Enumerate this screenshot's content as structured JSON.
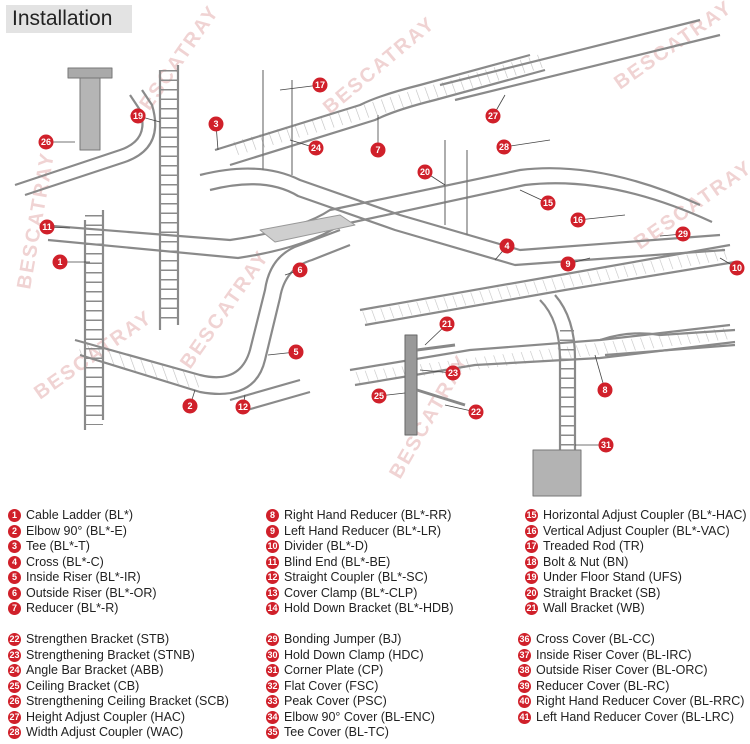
{
  "title": "Installation",
  "watermark": "BESCATRAY",
  "colors": {
    "accent": "#d0202a",
    "tray": "#8a8a8a",
    "tray_light": "#b8b8b8",
    "cover": "#c9c9c9"
  },
  "legend": {
    "col1": [
      {
        "n": "1",
        "label": "Cable Ladder (BL*)"
      },
      {
        "n": "2",
        "label": "Elbow 90° (BL*-E)"
      },
      {
        "n": "3",
        "label": "Tee (BL*-T)"
      },
      {
        "n": "4",
        "label": "Cross (BL*-C)"
      },
      {
        "n": "5",
        "label": "Inside Riser (BL*-IR)"
      },
      {
        "n": "6",
        "label": "Outside Riser (BL*-OR)"
      },
      {
        "n": "7",
        "label": "Reducer  (BL*-R)"
      }
    ],
    "col2": [
      {
        "n": "8",
        "label": "Right Hand Reducer (BL*-RR)"
      },
      {
        "n": "9",
        "label": "Left Hand Reducer (BL*-LR)"
      },
      {
        "n": "10",
        "label": "Divider (BL*-D)"
      },
      {
        "n": "11",
        "label": "Blind End (BL*-BE)"
      },
      {
        "n": "12",
        "label": "Straight Coupler (BL*-SC)"
      },
      {
        "n": "13",
        "label": "Cover Clamp (BL*-CLP)"
      },
      {
        "n": "14",
        "label": "Hold Down Bracket (BL*-HDB)"
      }
    ],
    "col3": [
      {
        "n": "15",
        "label": "Horizontal Adjust Coupler (BL*-HAC)"
      },
      {
        "n": "16",
        "label": "Vertical Adjust Coupler (BL*-VAC)"
      },
      {
        "n": "17",
        "label": "Treaded Rod (TR)"
      },
      {
        "n": "18",
        "label": "Bolt & Nut (BN)"
      },
      {
        "n": "19",
        "label": "Under Floor Stand (UFS)"
      },
      {
        "n": "20",
        "label": "Straight Bracket (SB)"
      },
      {
        "n": "21",
        "label": "Wall Bracket (WB)"
      }
    ],
    "col4": [
      {
        "n": "22",
        "label": "Strengthen Bracket (STB)"
      },
      {
        "n": "23",
        "label": "Strengthening Bracket (STNB)"
      },
      {
        "n": "24",
        "label": "Angle Bar Bracket (ABB)"
      },
      {
        "n": "25",
        "label": "Ceiling Bracket (CB)"
      },
      {
        "n": "26",
        "label": "Strengthening Ceiling Bracket (SCB)"
      },
      {
        "n": "27",
        "label": "Height Adjust  Coupler (HAC)"
      },
      {
        "n": "28",
        "label": "Width Adjust  Coupler (WAC)"
      }
    ],
    "col5": [
      {
        "n": "29",
        "label": "Bonding Jumper (BJ)"
      },
      {
        "n": "30",
        "label": "Hold Down Clamp (HDC)"
      },
      {
        "n": "31",
        "label": "Corner Plate (CP)"
      },
      {
        "n": "32",
        "label": "Flat Cover (FSC)"
      },
      {
        "n": "33",
        "label": "Peak Cover (PSC)"
      },
      {
        "n": "34",
        "label": "Elbow 90° Cover (BL-ENC)"
      },
      {
        "n": "35",
        "label": "Tee Cover (BL-TC)"
      }
    ],
    "col6": [
      {
        "n": "36",
        "label": "Cross Cover (BL-CC)"
      },
      {
        "n": "37",
        "label": "Inside Riser Cover (BL-IRC)"
      },
      {
        "n": "38",
        "label": "Outside Riser Cover (BL-ORC)"
      },
      {
        "n": "39",
        "label": "Reducer Cover (BL-RC)"
      },
      {
        "n": "40",
        "label": "Right Hand Reducer Cover (BL-RRC)"
      },
      {
        "n": "41",
        "label": "Left Hand Reducer Cover (BL-LRC)"
      }
    ]
  },
  "callouts": [
    "1",
    "2",
    "3",
    "4",
    "5",
    "6",
    "7",
    "8",
    "9",
    "10",
    "11",
    "12",
    "15",
    "16",
    "17",
    "19",
    "20",
    "21",
    "22",
    "23",
    "24",
    "25",
    "26",
    "27",
    "28",
    "29",
    "31"
  ]
}
